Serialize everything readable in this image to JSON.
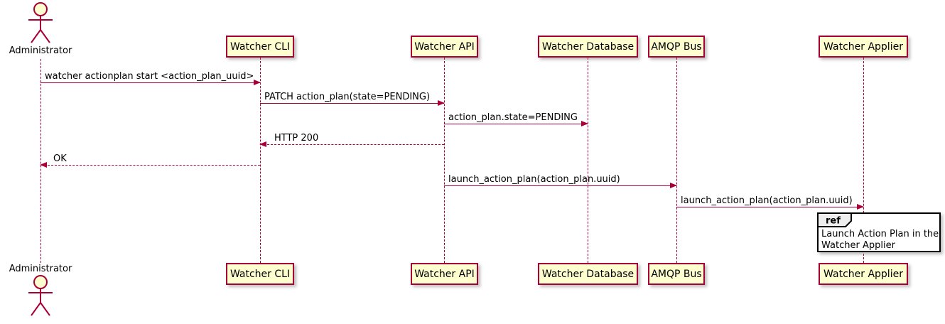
{
  "diagram": {
    "type": "sequence-diagram",
    "actor": {
      "name": "Administrator"
    },
    "participants": [
      {
        "id": "watcher-cli",
        "label": "Watcher CLI"
      },
      {
        "id": "watcher-api",
        "label": "Watcher API"
      },
      {
        "id": "watcher-database",
        "label": "Watcher Database"
      },
      {
        "id": "amqp-bus",
        "label": "AMQP Bus"
      },
      {
        "id": "watcher-applier",
        "label": "Watcher Applier"
      }
    ],
    "messages": [
      {
        "from": "Administrator",
        "to": "Watcher CLI",
        "label": "watcher actionplan start <action_plan_uuid>",
        "line": "solid",
        "direction": "right"
      },
      {
        "from": "Watcher CLI",
        "to": "Watcher API",
        "label": "PATCH action_plan(state=PENDING)",
        "line": "solid",
        "direction": "right"
      },
      {
        "from": "Watcher API",
        "to": "Watcher Database",
        "label": "action_plan.state=PENDING",
        "line": "solid",
        "direction": "right"
      },
      {
        "from": "Watcher API",
        "to": "Watcher CLI",
        "label": "HTTP 200",
        "line": "dashed",
        "direction": "left"
      },
      {
        "from": "Watcher CLI",
        "to": "Administrator",
        "label": "OK",
        "line": "dashed",
        "direction": "left"
      },
      {
        "from": "Watcher API",
        "to": "AMQP Bus",
        "label": "launch_action_plan(action_plan.uuid)",
        "line": "solid",
        "direction": "right"
      },
      {
        "from": "AMQP Bus",
        "to": "Watcher Applier",
        "label": "launch_action_plan(action_plan.uuid)",
        "line": "solid",
        "direction": "right"
      }
    ],
    "ref": {
      "keyword": "ref",
      "over": "Watcher Applier",
      "line1": "Launch Action Plan in the",
      "line2": "Watcher Applier"
    },
    "colors": {
      "participant_fill": "#FEFECE",
      "line_and_border": "#A80036",
      "text": "#000000",
      "ref_border": "#000000",
      "ref_tab_fill": "#EEEEEE",
      "background": "#FFFFFF"
    }
  }
}
